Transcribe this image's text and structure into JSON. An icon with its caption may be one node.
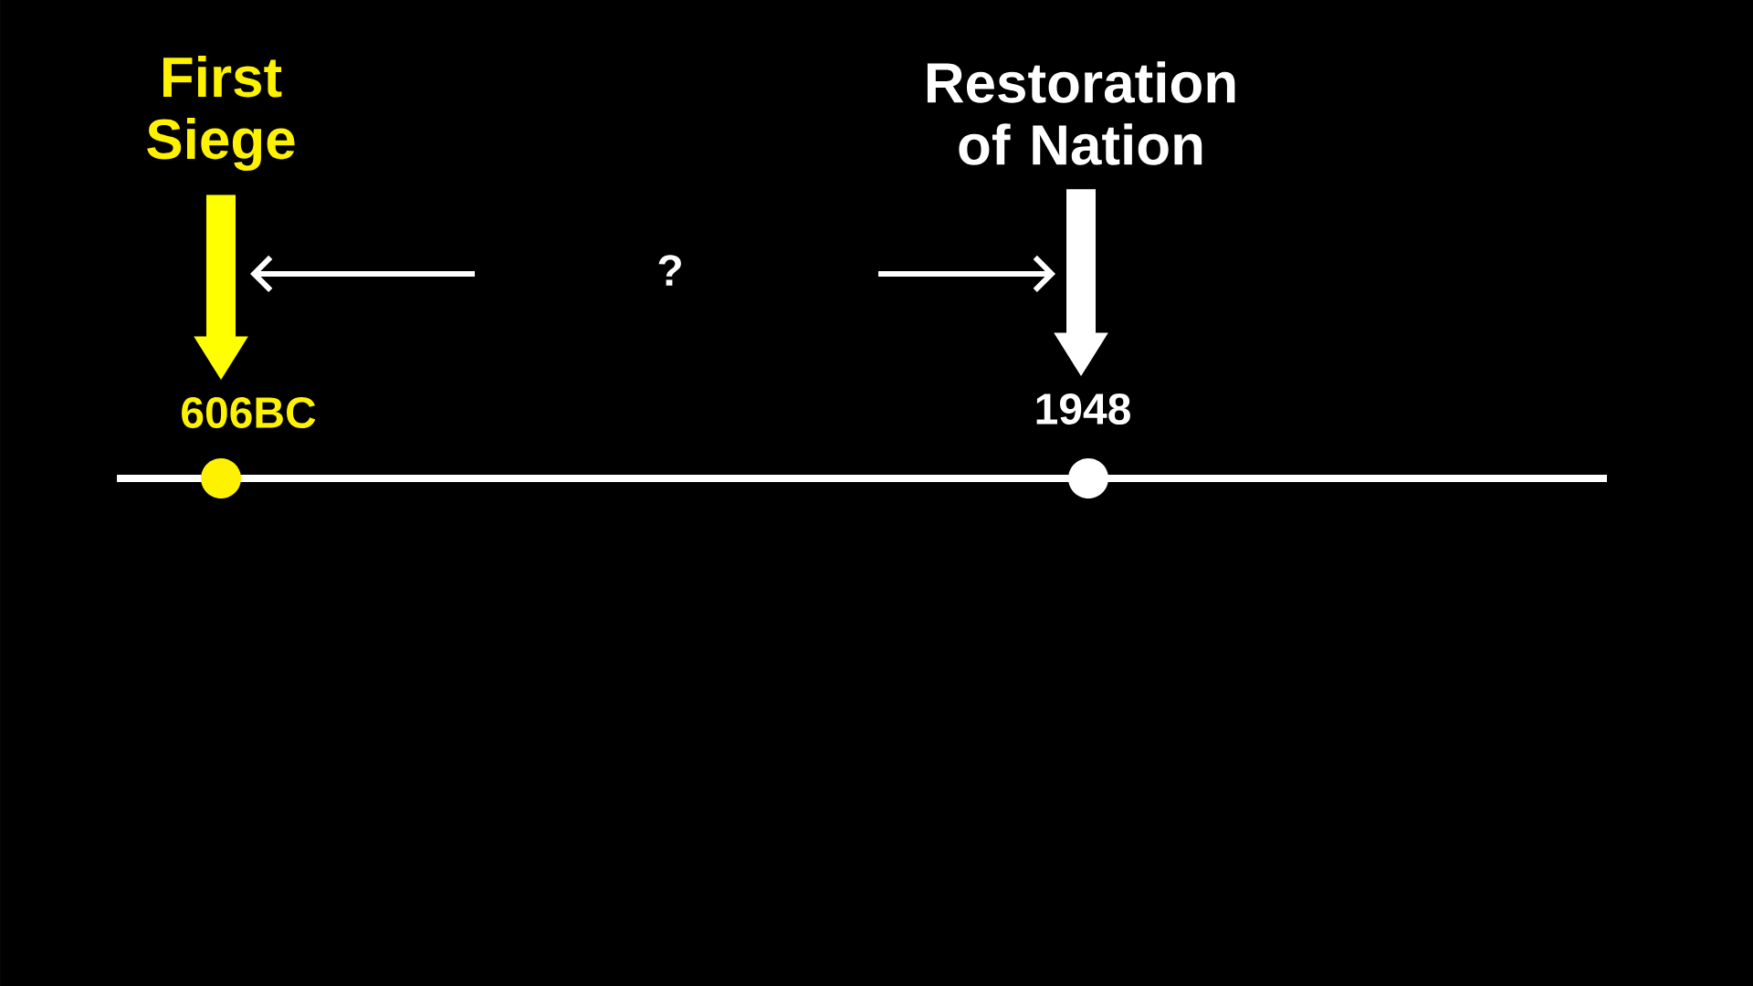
{
  "diagram": {
    "nodes": [
      {
        "text": [
          "First Siege"
        ]
      },
      {
        "text": [
          "Restoration of Nation"
        ]
      },
      {
        "text": [
          "606BC"
        ]
      },
      {
        "text": [
          "1948"
        ]
      },
      {
        "text": [
          "?"
        ]
      }
    ],
    "edges": [
      {
        "from": 0,
        "to": 2,
        "arrow": "to",
        "color": "#ffff00"
      },
      {
        "from": 1,
        "to": 3,
        "arrow": "to",
        "color": "#ffffff"
      }
    ]
  }
}
